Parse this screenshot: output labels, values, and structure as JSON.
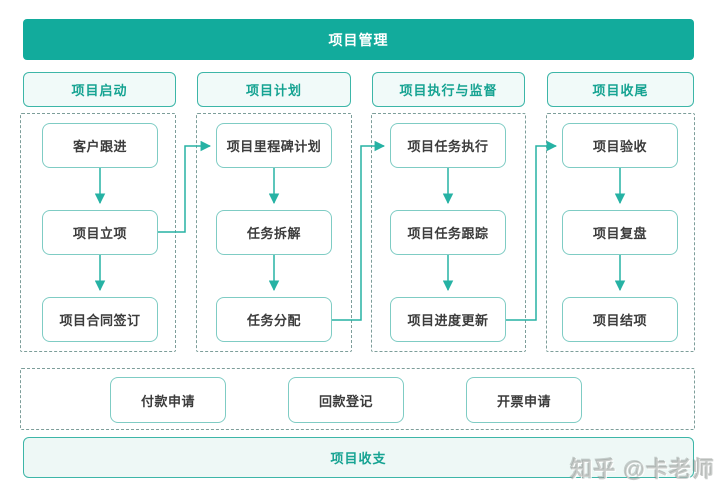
{
  "title": "项目管理",
  "columns": [
    {
      "header": "项目启动",
      "nodes": [
        "客户跟进",
        "项目立项",
        "项目合同签订"
      ]
    },
    {
      "header": "项目计划",
      "nodes": [
        "项目里程碑计划",
        "任务拆解",
        "任务分配"
      ]
    },
    {
      "header": "项目执行与监督",
      "nodes": [
        "项目任务执行",
        "项目任务跟踪",
        "项目进度更新"
      ]
    },
    {
      "header": "项目收尾",
      "nodes": [
        "项目验收",
        "项目复盘",
        "项目结项"
      ]
    }
  ],
  "finance": {
    "boxes": [
      "付款申请",
      "回款登记",
      "开票申请"
    ],
    "banner": "项目收支"
  },
  "watermark": "知乎 @卡老师",
  "colors": {
    "teal": "#12ab9c",
    "teal_text": "#16a392",
    "banner_border": "#3db6a8",
    "light_fill": "#eef8f6",
    "box_border": "#7fccc4",
    "dashed_border": "#7d9e9a",
    "arrow": "#26b2a4",
    "node_text": "#3c3c3c",
    "watermark": "#a9afac"
  }
}
